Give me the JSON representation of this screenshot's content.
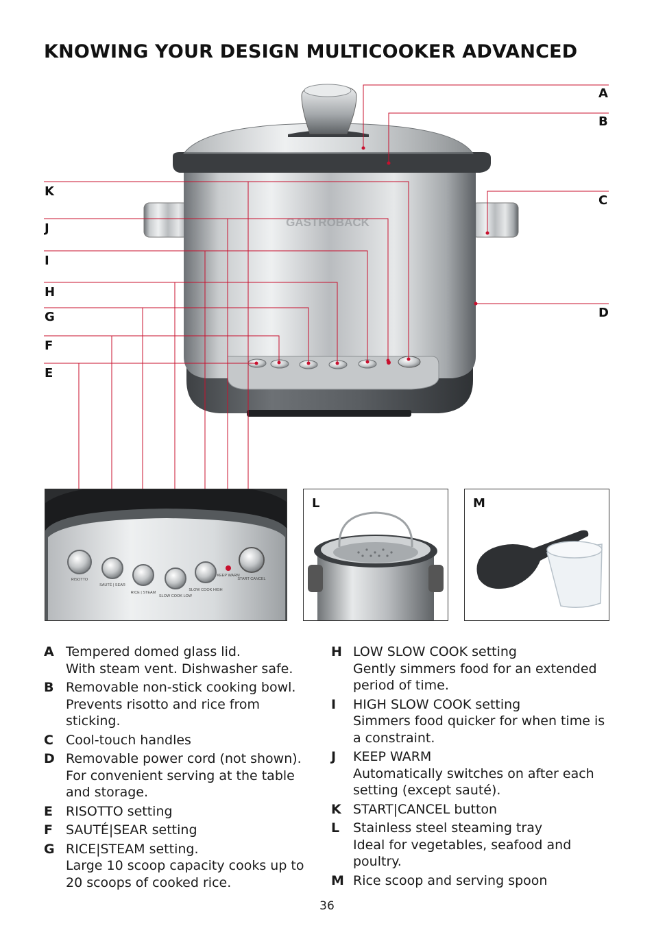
{
  "title": "KNOWING YOUR DESIGN MULTICOOKER ADVANCED",
  "brand": "GASTROBACK",
  "accent_color": "#c8102e",
  "callouts": {
    "A": "A",
    "B": "B",
    "C": "C",
    "D": "D",
    "E": "E",
    "F": "F",
    "G": "G",
    "H": "H",
    "I": "I",
    "J": "J",
    "K": "K"
  },
  "panel_labels": {
    "risotto": "RISOTTO",
    "saute": "SAUTÉ | SEAR",
    "rice": "RICE | STEAM",
    "slow_low": "SLOW COOK LOW",
    "slow_high": "SLOW COOK HIGH",
    "keep_warm": "KEEP WARM",
    "start": "START CANCEL"
  },
  "frames": {
    "L": "L",
    "M": "M"
  },
  "legend_left": [
    {
      "key": "A",
      "text": "Tempered domed glass lid.\nWith steam vent. Dishwasher safe."
    },
    {
      "key": "B",
      "text": "Removable non-stick cooking bowl.\nPrevents risotto and rice from sticking."
    },
    {
      "key": "C",
      "text": "Cool-touch handles"
    },
    {
      "key": "D",
      "text": "Removable power cord (not shown).\nFor convenient serving at the table\nand storage."
    },
    {
      "key": "E",
      "text": "RISOTTO setting"
    },
    {
      "key": "F",
      "text": "SAUTÉ|SEAR setting"
    },
    {
      "key": "G",
      "text": "RICE|STEAM setting.\nLarge 10 scoop capacity cooks up to\n20 scoops of cooked rice."
    }
  ],
  "legend_right": [
    {
      "key": "H",
      "text": "LOW SLOW COOK setting\nGently simmers food for an extended\nperiod of time."
    },
    {
      "key": "I",
      "text": "HIGH SLOW COOK setting\nSimmers food quicker for when time is\na constraint."
    },
    {
      "key": "J",
      "text": "KEEP WARM\nAutomatically switches on after each\nsetting (except sauté)."
    },
    {
      "key": "K",
      "text": "START|CANCEL button"
    },
    {
      "key": "L",
      "text": "Stainless steel steaming tray\nIdeal for vegetables, seafood and poultry."
    },
    {
      "key": "M",
      "text": "Rice scoop and serving spoon"
    }
  ],
  "page_number": "36"
}
